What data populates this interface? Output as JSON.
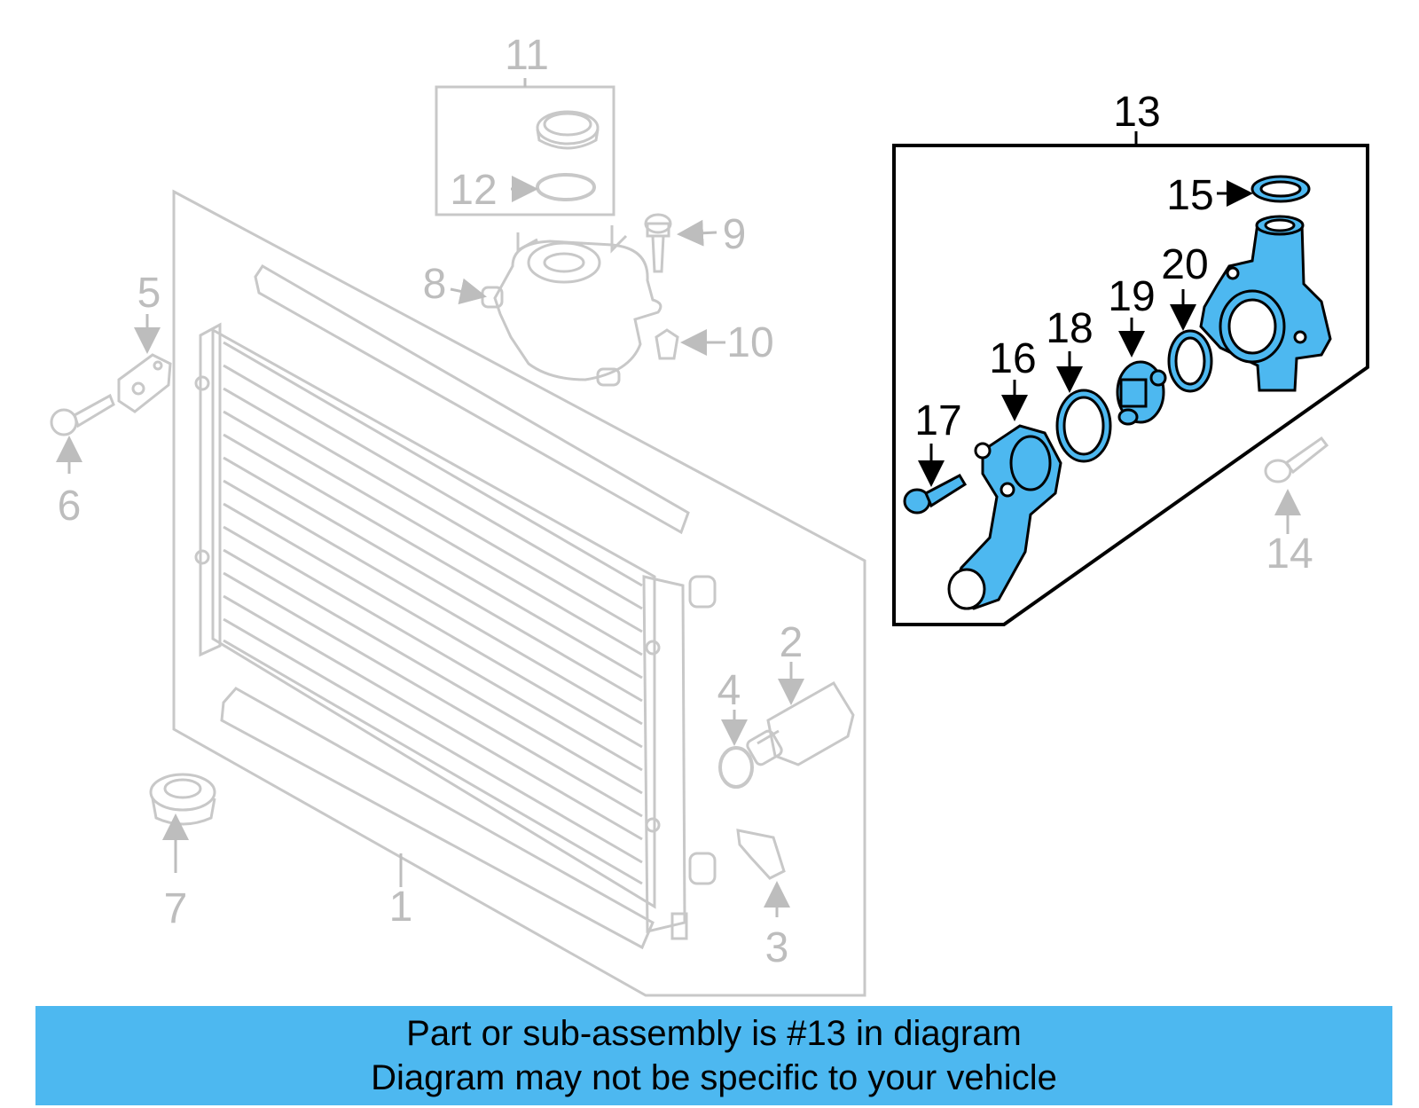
{
  "callouts": {
    "c1": "1",
    "c2": "2",
    "c3": "3",
    "c4": "4",
    "c5": "5",
    "c6": "6",
    "c7": "7",
    "c8": "8",
    "c9": "9",
    "c10": "10",
    "c11": "11",
    "c12": "12",
    "c13": "13",
    "c14": "14",
    "c15": "15",
    "c16": "16",
    "c17": "17",
    "c18": "18",
    "c19": "19",
    "c20": "20"
  },
  "colors": {
    "highlight": "#4db8f0",
    "inactive": "#c8c8c8",
    "active_outline": "#000000",
    "banner": "#4db8f0"
  },
  "banner": {
    "line1": "Part or sub-assembly is #13 in diagram",
    "line2": "Diagram may not be specific to your vehicle"
  }
}
